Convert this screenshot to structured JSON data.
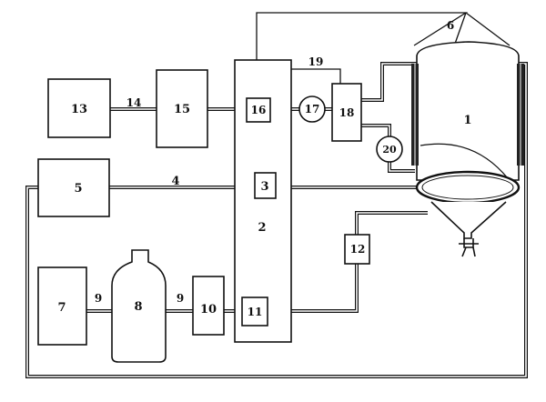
{
  "diagram": {
    "labels": {
      "n1": "1",
      "n2": "2",
      "n3": "3",
      "n4": "4",
      "n5": "5",
      "n6": "6",
      "n7": "7",
      "n8": "8",
      "n9a": "9",
      "n9b": "9",
      "n10": "10",
      "n11": "11",
      "n12": "12",
      "n13": "13",
      "n14": "14",
      "n15": "15",
      "n16": "16",
      "n17": "17",
      "n18": "18",
      "n19": "19",
      "n20": "20"
    }
  }
}
